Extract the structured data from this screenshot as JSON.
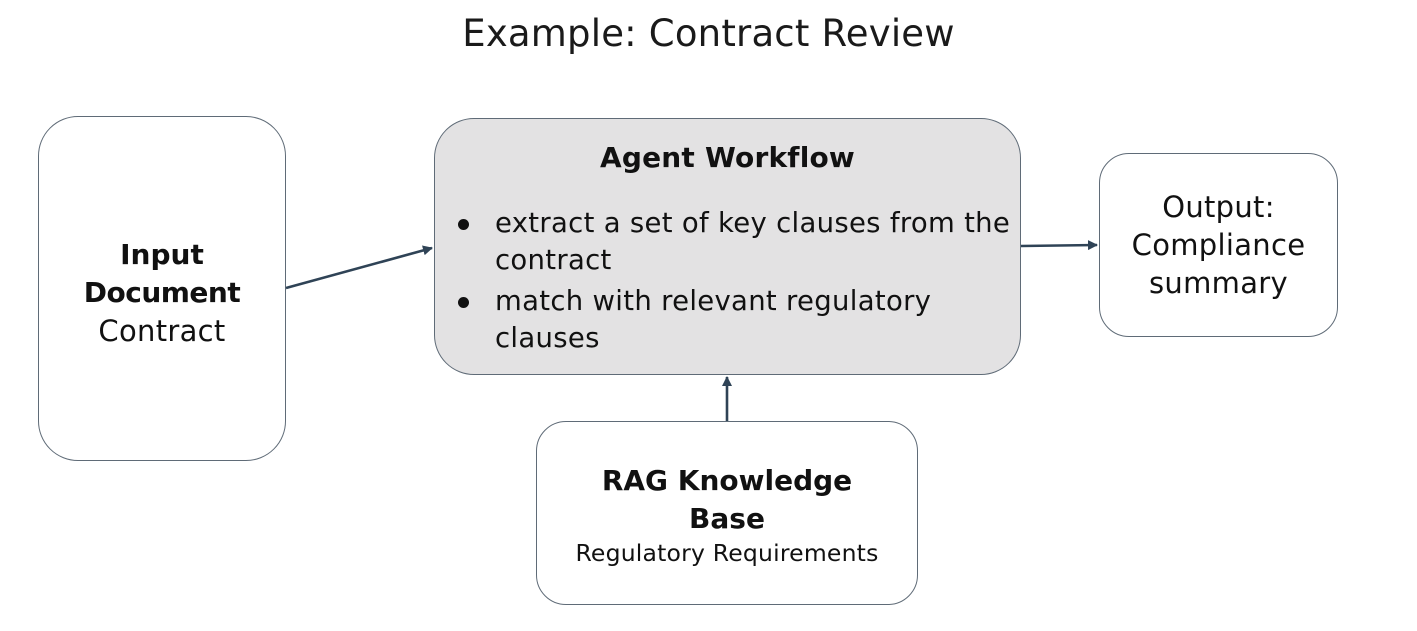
{
  "title": "Example: Contract Review",
  "input_box": {
    "line1": "Input",
    "line2": "Document",
    "line3": "Contract"
  },
  "agent_box": {
    "heading": "Agent Workflow",
    "bullets": [
      "extract a set of key clauses from the contract",
      "match with relevant regulatory clauses"
    ]
  },
  "output_box": {
    "line1": "Output:",
    "line2": "Compliance",
    "line3": "summary"
  },
  "rag_box": {
    "line1": "RAG Knowledge",
    "line2": "Base",
    "line3": "Regulatory Requirements"
  },
  "colors": {
    "box_border": "#5f6b77",
    "agent_fill": "#e3e2e3",
    "arrow": "#2f4356"
  }
}
